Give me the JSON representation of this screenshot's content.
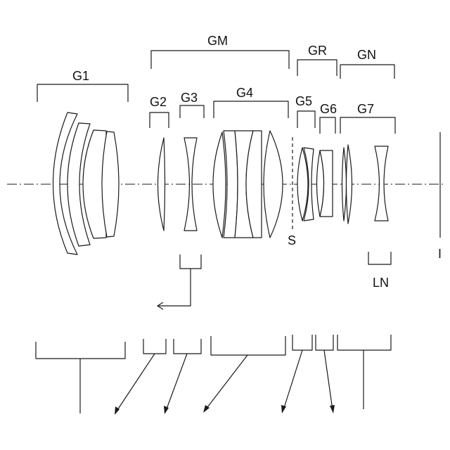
{
  "labels": {
    "g1": "G1",
    "gm": "GM",
    "gr": "GR",
    "gn": "GN",
    "g2": "G2",
    "g3": "G3",
    "g4": "G4",
    "g5": "G5",
    "g6": "G6",
    "g7": "G7",
    "stop": "S",
    "ln": "LN",
    "image_plane": "I"
  }
}
